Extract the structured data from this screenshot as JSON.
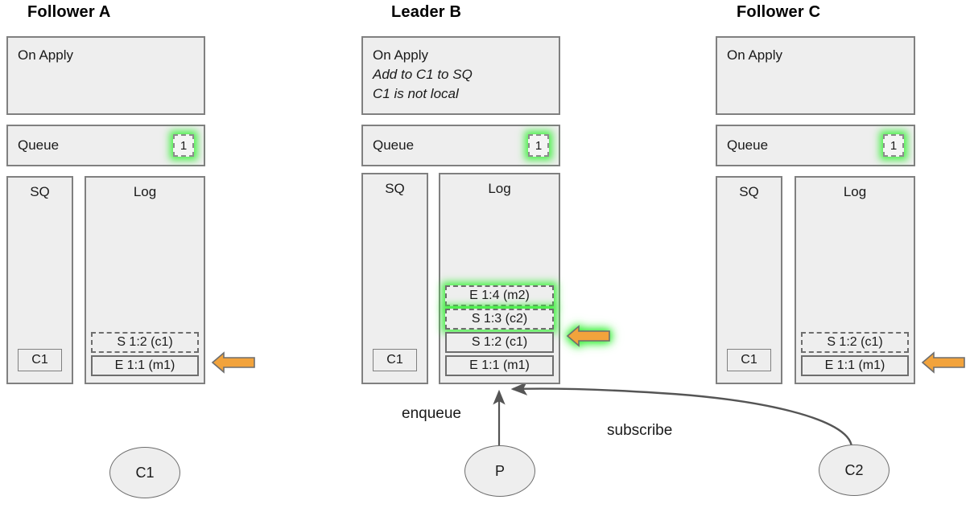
{
  "nodes": [
    {
      "title": "Follower A",
      "on_apply": {
        "heading": "On Apply",
        "notes": []
      },
      "queue": {
        "label": "Queue",
        "count": "1",
        "count_highlight": true
      },
      "sq": {
        "label": "SQ",
        "items": [
          "C1"
        ]
      },
      "log": {
        "label": "Log",
        "entries": [
          {
            "text": "E 1:1 (m1)",
            "style": "solid",
            "highlight": false
          },
          {
            "text": "S 1:2 (c1)",
            "style": "dashed",
            "highlight": false
          }
        ]
      },
      "apply_pointer": {
        "target_entry": "E 1:1 (m1)",
        "color": "#f2a33c",
        "highlight": false
      }
    },
    {
      "title": "Leader B",
      "on_apply": {
        "heading": "On Apply",
        "notes": [
          "Add to C1 to SQ",
          "C1 is not local"
        ]
      },
      "queue": {
        "label": "Queue",
        "count": "1",
        "count_highlight": true
      },
      "sq": {
        "label": "SQ",
        "items": [
          "C1"
        ]
      },
      "log": {
        "label": "Log",
        "entries": [
          {
            "text": "E 1:1 (m1)",
            "style": "solid",
            "highlight": false
          },
          {
            "text": "S 1:2 (c1)",
            "style": "solid",
            "highlight": false
          },
          {
            "text": "S 1:3 (c2)",
            "style": "dashed",
            "highlight": true
          },
          {
            "text": "E 1:4 (m2)",
            "style": "dashed",
            "highlight": true
          }
        ]
      },
      "apply_pointer": {
        "target_entry": "S 1:2 (c1)",
        "color": "#f2a33c",
        "highlight": true
      }
    },
    {
      "title": "Follower C",
      "on_apply": {
        "heading": "On Apply",
        "notes": []
      },
      "queue": {
        "label": "Queue",
        "count": "1",
        "count_highlight": true
      },
      "sq": {
        "label": "SQ",
        "items": [
          "C1"
        ]
      },
      "log": {
        "label": "Log",
        "entries": [
          {
            "text": "E 1:1 (m1)",
            "style": "solid",
            "highlight": false
          },
          {
            "text": "S 1:2 (c1)",
            "style": "dashed",
            "highlight": false
          }
        ]
      },
      "apply_pointer": {
        "target_entry": "E 1:1 (m1)",
        "color": "#f2a33c",
        "highlight": false
      }
    }
  ],
  "clients": [
    {
      "id": "c1",
      "label": "C1"
    },
    {
      "id": "p",
      "label": "P"
    },
    {
      "id": "c2",
      "label": "C2"
    }
  ],
  "edges": [
    {
      "id": "enqueue",
      "label": "enqueue",
      "from": "P",
      "to": "Leader B Log"
    },
    {
      "id": "subscribe",
      "label": "subscribe",
      "from": "C2",
      "to": "Leader B Log"
    }
  ],
  "colors": {
    "panel_fill": "#eeeeee",
    "panel_stroke": "#808080",
    "arrow_orange": "#f2a33c",
    "highlight_green": "#3cf03c",
    "edge_gray": "#555555"
  }
}
